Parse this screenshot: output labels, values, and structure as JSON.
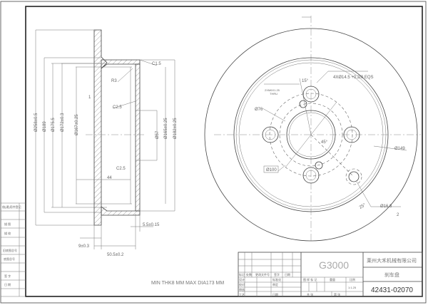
{
  "drawing": {
    "note": "MIN THK8 MM MAX DIA173 MM",
    "section_view": {
      "dims_vertical": [
        "Ø258±0.5",
        "Ø189",
        "Ø175.5",
        "Ø172±0.3",
        "Ø167±0.25",
        "Ø57",
        "Ø165±0.25",
        "Ø182±0.25"
      ],
      "radius": "R3",
      "chamfer_top": "C1.5",
      "chamfer_mid": "C2.5",
      "chamfer_low": "C2.5",
      "gap": "1",
      "depth_44": "44",
      "thk_55": "5.5±0.15",
      "thk_9": "9±0.3",
      "width_505": "50.5±0.2"
    },
    "front_view": {
      "bolt_holes": "4XØ14.5 +0.2/0 EQS",
      "angle_15": "15°",
      "angle_45": "45°",
      "thread": "2XM6X1.25",
      "thread_sub": "THRU",
      "pcd_76": "Ø76",
      "pcd_100": "Ø100",
      "dia_149": "Ø149",
      "hole_detail": "Ø16.8",
      "angle_25": "25°",
      "depth_2": "2"
    }
  },
  "title_block": {
    "material": "G3000",
    "company": "莱州大禾机械有限公司",
    "part_name": "刹车盘",
    "part_number": "42431-02070",
    "scale_header": "比例",
    "scale": "1:1.25",
    "weight_header": "重量",
    "stage_header": "图 样 标 记",
    "sheet_left": "共    张",
    "sheet_right": "第    张",
    "rev_headers": [
      "标记",
      "处数",
      "更改文件号",
      "签字",
      "日期"
    ],
    "roles": [
      {
        "a": "设计",
        "b": "标准化"
      },
      {
        "a": "校对",
        "b": "审定"
      },
      {
        "a": "审核",
        "b": ""
      },
      {
        "a": "工艺",
        "b": "日期"
      }
    ]
  },
  "side_strip": {
    "items": [
      "借(通)用件登记",
      "描   图",
      "描   校",
      "旧底图总号",
      "底图总号",
      "签   字",
      "日   期"
    ]
  }
}
